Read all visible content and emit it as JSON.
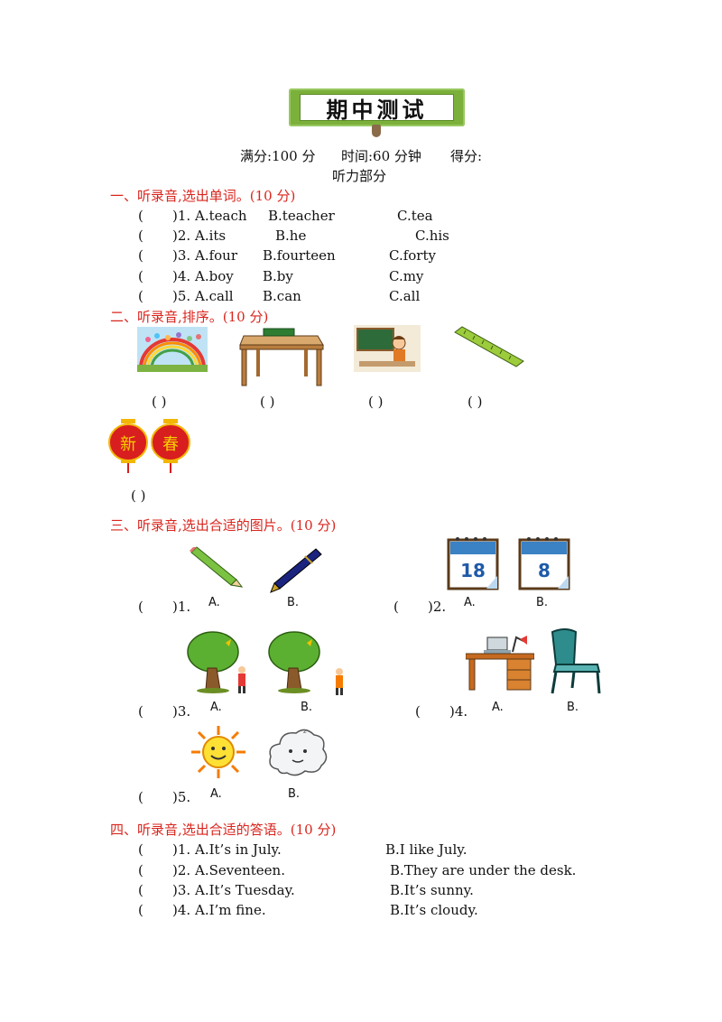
{
  "header": {
    "title": "期中测试",
    "full_score": "满分:100 分",
    "time": "时间:60 分钟",
    "score": "得分:",
    "part": "听力部分"
  },
  "section1": {
    "title": "一、听录音,选出单词。(10 分)",
    "items": [
      {
        "num": ")1.",
        "a": "A.teach",
        "b": "B.teacher",
        "c": "C.tea"
      },
      {
        "num": ")2.",
        "a": "A.its",
        "b": "B.he",
        "c": "C.his"
      },
      {
        "num": ")3.",
        "a": "A.four",
        "b": "B.fourteen",
        "c": "C.forty"
      },
      {
        "num": ")4.",
        "a": "A.boy",
        "b": "B.by",
        "c": "C.my"
      },
      {
        "num": ")5.",
        "a": "A.call",
        "b": "B.can",
        "c": "C.all"
      }
    ]
  },
  "section2": {
    "title": "二、听录音,排序。(10 分)",
    "lantern_chars": [
      "新",
      "春"
    ]
  },
  "section3": {
    "title": "三、听录音,选出合适的图片。(10 分)",
    "items": [
      {
        "num": ")1.",
        "a": "A.",
        "b": "B."
      },
      {
        "num": ")2.",
        "a": "A.",
        "b": "B."
      },
      {
        "num": ")3.",
        "a": "A.",
        "b": "B."
      },
      {
        "num": ")4.",
        "a": "A.",
        "b": "B."
      },
      {
        "num": ")5.",
        "a": "A.",
        "b": "B."
      }
    ],
    "calendar_a": "18",
    "calendar_b": "8"
  },
  "section4": {
    "title": "四、听录音,选出合适的答语。(10 分)",
    "items": [
      {
        "num": ")1.",
        "a": "A.It’s  in  July.",
        "b": "B.I  like  July."
      },
      {
        "num": ")2.",
        "a": "A.Seventeen.",
        "b": "B.They  are  under  the  desk."
      },
      {
        "num": ")3.",
        "a": "A.It’s  Tuesday.",
        "b": "B.It’s  sunny."
      },
      {
        "num": ")4.",
        "a": "A.I’m  fine.",
        "b": "B.It’s  cloudy."
      }
    ]
  },
  "paren_open": "(",
  "paren_pair": "(        )"
}
